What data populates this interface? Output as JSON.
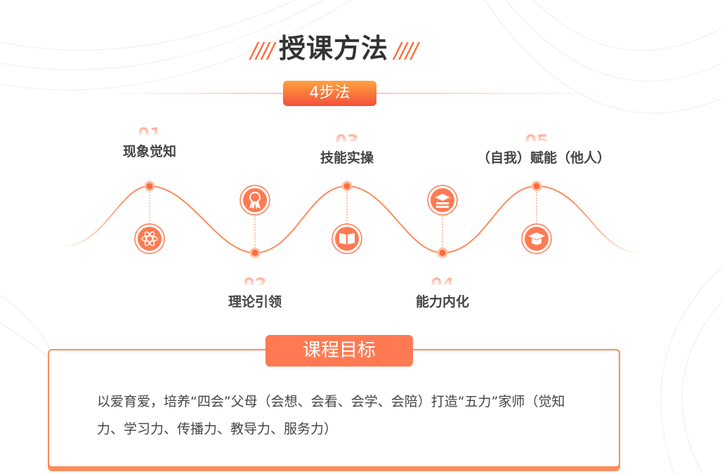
{
  "title": "授课方法",
  "title_decor": "////",
  "method_badge": "4步法",
  "steps": [
    {
      "num": "01",
      "label": "现象觉知",
      "icon": "atom-icon"
    },
    {
      "num": "02",
      "label": "理论引领",
      "icon": "award-ribbon-icon"
    },
    {
      "num": "03",
      "label": "技能实操",
      "icon": "open-book-icon"
    },
    {
      "num": "04",
      "label": "能力内化",
      "icon": "graduation-stack-icon"
    },
    {
      "num": "05",
      "label": "（自我）赋能（他人）",
      "icon": "graduation-cap-icon"
    }
  ],
  "goal": {
    "title": "课程目标",
    "text": "以爱育爱，培养“四会”父母（会想、会看、会学、会陪）打造“五力”家师（觉知力、学习力、传播力、教导力、服务力）"
  },
  "colors": {
    "accent": "#ff7a52",
    "text": "#444444"
  }
}
